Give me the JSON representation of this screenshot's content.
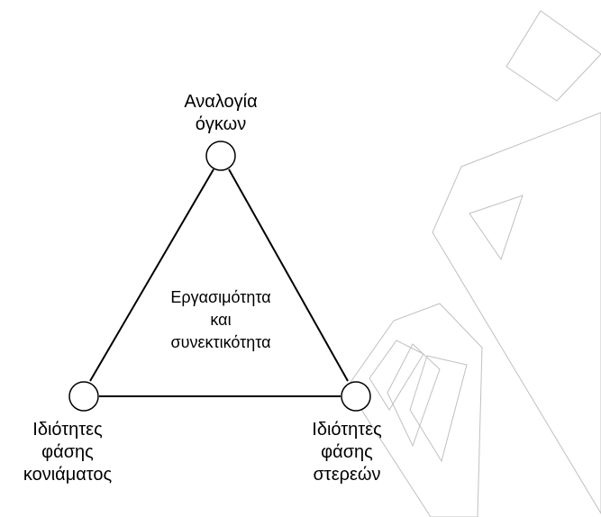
{
  "diagram": {
    "type": "triangle",
    "center_label": [
      "Εργασιμότητα",
      "και",
      "συνεκτικότητα"
    ],
    "nodes": [
      {
        "id": "top",
        "label": [
          "Αναλογία",
          "όγκων"
        ]
      },
      {
        "id": "left",
        "label": [
          "Ιδιότητες",
          "φάσης",
          "κονιάματος"
        ]
      },
      {
        "id": "right",
        "label": [
          "Ιδιότητες",
          "φάσης",
          "στερεών"
        ]
      }
    ],
    "edges": [
      [
        "top",
        "left"
      ],
      [
        "left",
        "right"
      ],
      [
        "right",
        "top"
      ]
    ],
    "background_graphic": "drafting-tools-watermark",
    "colors": {
      "line": "#000000",
      "watermark": "#c0c0c0"
    }
  }
}
